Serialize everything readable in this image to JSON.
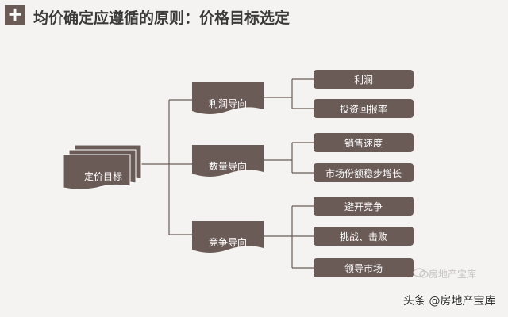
{
  "header": {
    "title": "均价确定应遵循的原则：价格目标选定"
  },
  "diagram": {
    "root": {
      "label": "定价目标"
    },
    "branches": [
      {
        "label": "利润导向",
        "children": [
          "利润",
          "投资回报率"
        ]
      },
      {
        "label": "数量导向",
        "children": [
          "销售速度",
          "市场份额稳步增长"
        ]
      },
      {
        "label": "竞争导向",
        "children": [
          "避开竞争",
          "挑战、击败",
          "领导市场"
        ]
      }
    ]
  },
  "watermark": {
    "faint": "房地产宝库",
    "text": "头条 @房地产宝库"
  },
  "colors": {
    "node_fill": "#6b5b57",
    "connector": "#6b5b57",
    "background": "#f4f3f1"
  }
}
